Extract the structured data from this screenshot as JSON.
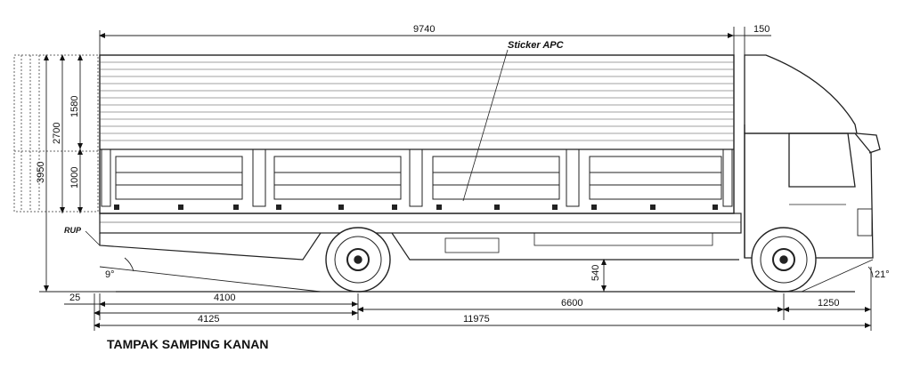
{
  "dimensions": {
    "overall_box_length": "9740",
    "cab_offset": "150",
    "rear_overhang_rear": "25",
    "wheelbase_ref_a": "4100",
    "wheelbase_ref_b": "4125",
    "wheelbase_front": "6600",
    "front_overhang": "1250",
    "overall_length": "11975",
    "total_height": "3950",
    "box_height": "2700",
    "upper_height": "1580",
    "side_door_height": "1000",
    "ground_clearance": "540"
  },
  "angles": {
    "departure": "9°",
    "approach": "21°"
  },
  "labels": {
    "sticker": "Sticker APC",
    "rup": "RUP"
  },
  "title": "TAMPAK SAMPING KANAN"
}
